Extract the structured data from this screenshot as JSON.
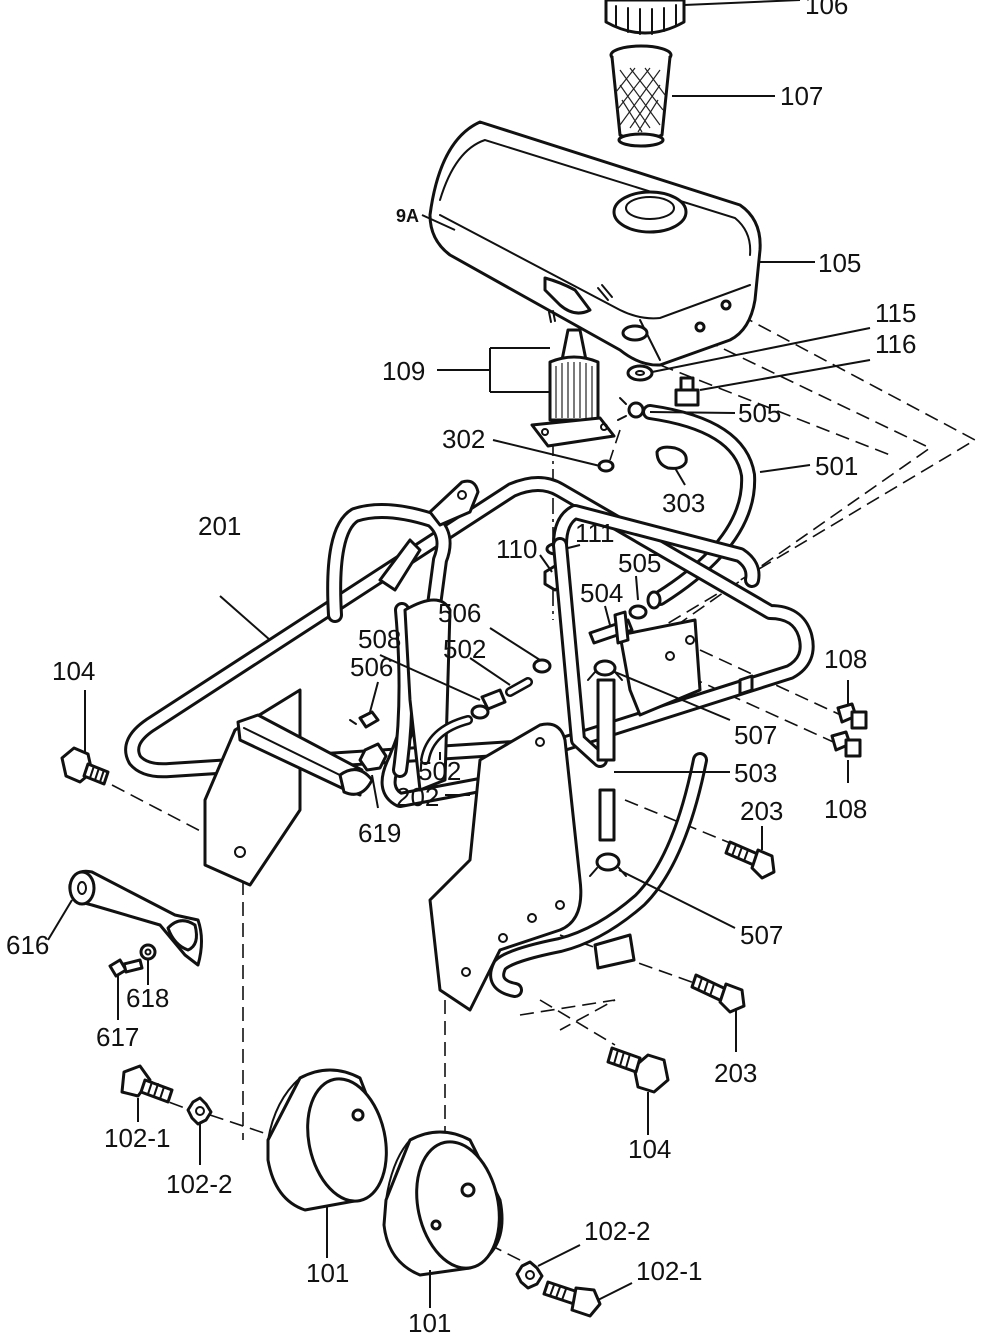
{
  "labels": {
    "p106": "106",
    "p107": "107",
    "p9a": "9A",
    "p105": "105",
    "p115": "115",
    "p116": "116",
    "p109": "109",
    "p505a": "505",
    "p302": "302",
    "p501": "501",
    "p303": "303",
    "p201": "201",
    "p111": "111",
    "p110": "110",
    "p505b": "505",
    "p504": "504",
    "p506a": "506",
    "p508": "508",
    "p502a": "502",
    "p506b": "506",
    "p104a": "104",
    "p108a": "108",
    "p507a": "507",
    "p108b": "108",
    "p502b": "502",
    "p503": "503",
    "p202": "202",
    "p619": "619",
    "p203a": "203",
    "p616": "616",
    "p507b": "507",
    "p618": "618",
    "p617": "617",
    "p203b": "203",
    "p102_1a": "102-1",
    "p102_2a": "102-2",
    "p104b": "104",
    "p102_2b": "102-2",
    "p102_1b": "102-1",
    "p101a": "101",
    "p101b": "101"
  }
}
